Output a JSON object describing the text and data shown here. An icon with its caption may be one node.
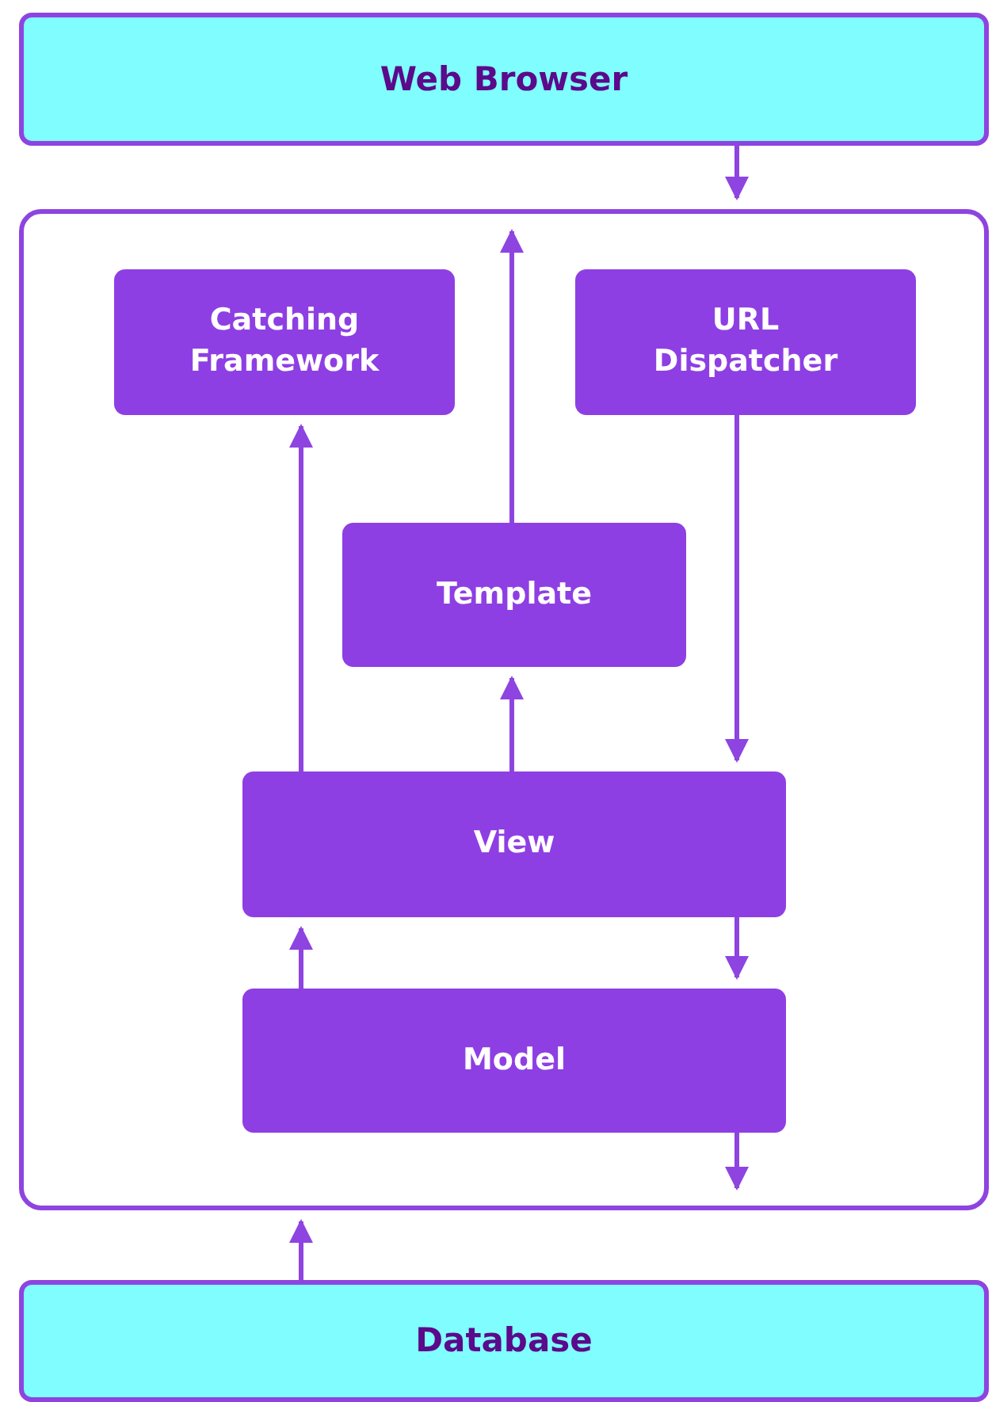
{
  "diagram": {
    "nodes": [
      {
        "text": [
          "Web Browser"
        ]
      },
      {
        "text": [],
        "shape": "box"
      },
      {
        "text": [
          "Catching Framework"
        ],
        "in": 1
      },
      {
        "text": [
          "URL Dispatcher"
        ],
        "in": 1
      },
      {
        "text": [
          "Template"
        ],
        "in": 1
      },
      {
        "text": [
          "View"
        ],
        "in": 1
      },
      {
        "text": [
          "Model"
        ],
        "in": 1
      },
      {
        "text": [
          "Database"
        ]
      }
    ],
    "edges": [
      {
        "from": 0,
        "to": 1,
        "arrow": "to"
      },
      {
        "from": 4,
        "to": null,
        "arrow": "to"
      },
      {
        "from": 3,
        "to": 5,
        "arrow": "to"
      },
      {
        "from": 5,
        "to": 2,
        "arrow": "to"
      },
      {
        "from": 5,
        "to": 4,
        "arrow": "to"
      },
      {
        "from": 5,
        "to": 6,
        "arrow": "to"
      },
      {
        "from": 6,
        "to": 5,
        "arrow": "to"
      },
      {
        "from": 6,
        "to": null,
        "arrow": "to"
      },
      {
        "from": 7,
        "to": 1,
        "arrow": "to"
      }
    ]
  }
}
